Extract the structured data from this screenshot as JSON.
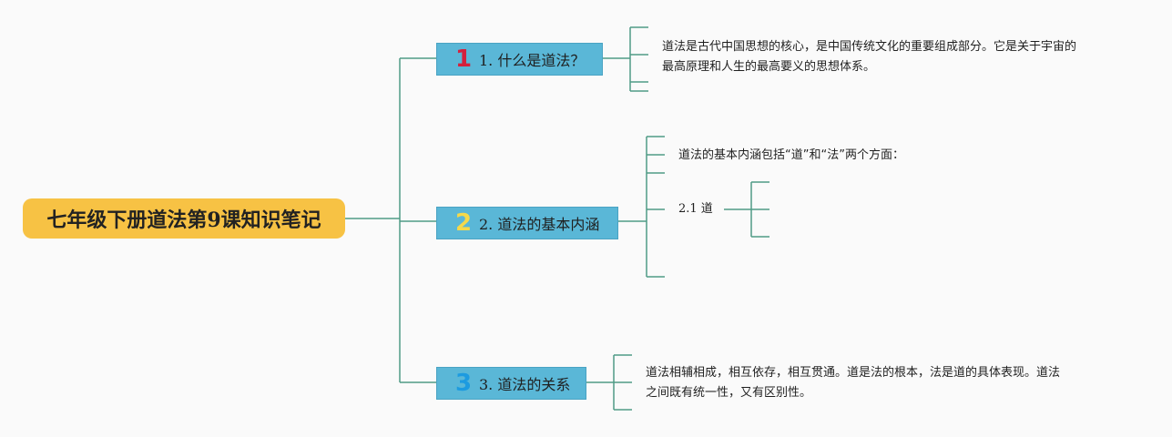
{
  "root": {
    "label": "七年级下册道法第9课知识笔记"
  },
  "topics": [
    {
      "badge": "1",
      "badge_color": "#d4213d",
      "label": "1. 什么是道法？",
      "text": "道法是古代中国思想的核心，是中国传统文化的重要组成部分。它是关于宇宙的\n最高原理和人生的最高要义的思想体系。"
    },
    {
      "badge": "2",
      "badge_color": "#f5d94a",
      "label": "2. 道法的基本内涵",
      "text": "道法的基本内涵包括“道”和“法”两个方面：",
      "sub_label": "2.1 道"
    },
    {
      "badge": "3",
      "badge_color": "#1d9be0",
      "label": "3. 道法的关系",
      "text": "道法相辅相成，相互依存，相互贯通。道是法的根本，法是道的具体表现。道法\n之间既有统一性，又有区别性。"
    }
  ],
  "colors": {
    "line": "#4f9b86",
    "topic_fill": "#5ab7d7",
    "root_fill": "#f7c244"
  }
}
